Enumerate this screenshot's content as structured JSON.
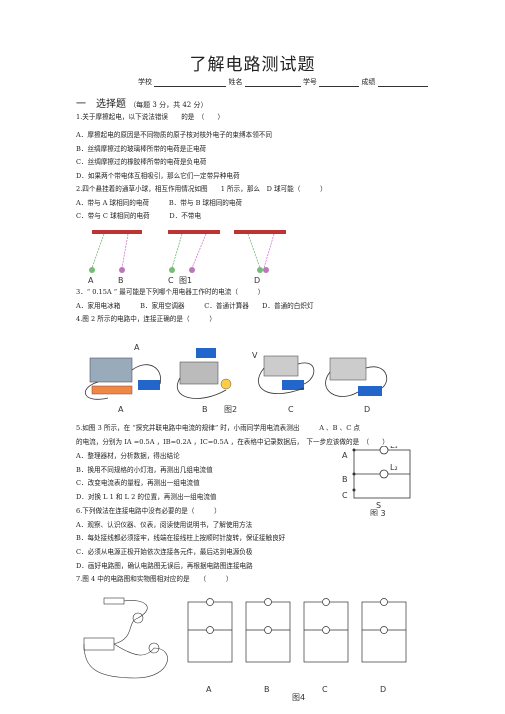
{
  "title": "了解电路测试题",
  "info": {
    "school": "学校",
    "name": "姓名",
    "number": "学号",
    "score": "成绩"
  },
  "section": {
    "title": "一　选择题",
    "note": "（每题 3 分，共 42 分）"
  },
  "q1": {
    "stem": "1.关于摩擦起电，以下说法错误　　的是　（　　）",
    "options": [
      "A．摩擦起电的原因是不同物质的原子核对核外电子的束缚本领不同",
      "B．丝绸摩擦过的玻璃棒所带的电荷是正电荷",
      "C．丝绸摩擦过的橡胶棒所带的电荷是负电荷",
      "D．如果两个带电体互相吸引，那么它们一定带异种电荷"
    ]
  },
  "q2": {
    "stem": "2.四个悬挂着的通草小球，相互作用情况如图　　1 所示，那么　D 球可能（　　　）",
    "options_row1": "A．带与 A 球相同的电荷　　　B．带与 B 球相同的电荷",
    "options_row2": "C．带与 C 球相同的电荷　　　D．不带电",
    "fig": {
      "labels": [
        "A",
        "B",
        "C",
        "D"
      ],
      "caption": "图1"
    }
  },
  "q3": {
    "stem": "3．“ 0.15A ” 最可能是下列哪个用电器工作时的电流（　　　）",
    "options": "A．家用电冰箱　　　B．家用空调器　　　C．普通计算器　　D．普通的白炽灯"
  },
  "q4": {
    "stem": "4.图 2 所示的电路中，连接正确的是（　　　）",
    "fig": {
      "labels": [
        "A",
        "B",
        "C",
        "D"
      ],
      "caption": "图2"
    }
  },
  "q5": {
    "stem1": "5.如图 3 所示，在 “探究并联电路中电流的规律” 时，小雨同学用电流表测出　　　A 、B 、C 点",
    "stem2": "的电流，分别为 IA =0.5A ，IB=0.2A ，IC=0.5A ，在表格中记录数据后，　下一步应该做的是　（　　）",
    "options": [
      "A．整理器材，分析数据，得出结论",
      "B．换用不同规格的小灯泡，再测出几组电流值",
      "C．改变电流表的量程，再测出一组电流值",
      "D．对换 L 1 和 L 2 的位置，再测出一组电流值"
    ],
    "fig": {
      "caption": "图 3",
      "L1": "L₁",
      "L2": "L₂",
      "S": "S"
    }
  },
  "q6": {
    "stem": "6.下列做法在连接电路中没有必要的是（　　　）",
    "options": [
      "A．观察、认识仪器、仪表，阅读使用说明书，了解使用方法",
      "B．每处接线都必须接牢，线端在接线柱上按顺时针旋转，保证接触良好",
      "C．必须从电源正极开始依次连接各元件，最后达到电源负极",
      "D．画好电路图，确认电路图无误后，再根据电路图连接电路"
    ]
  },
  "q7": {
    "stem": "7.图 4 中的电路图和实物图相对应的是　　（　　　）",
    "fig": {
      "labels": [
        "A",
        "B",
        "C",
        "D"
      ],
      "caption": "图4"
    }
  }
}
